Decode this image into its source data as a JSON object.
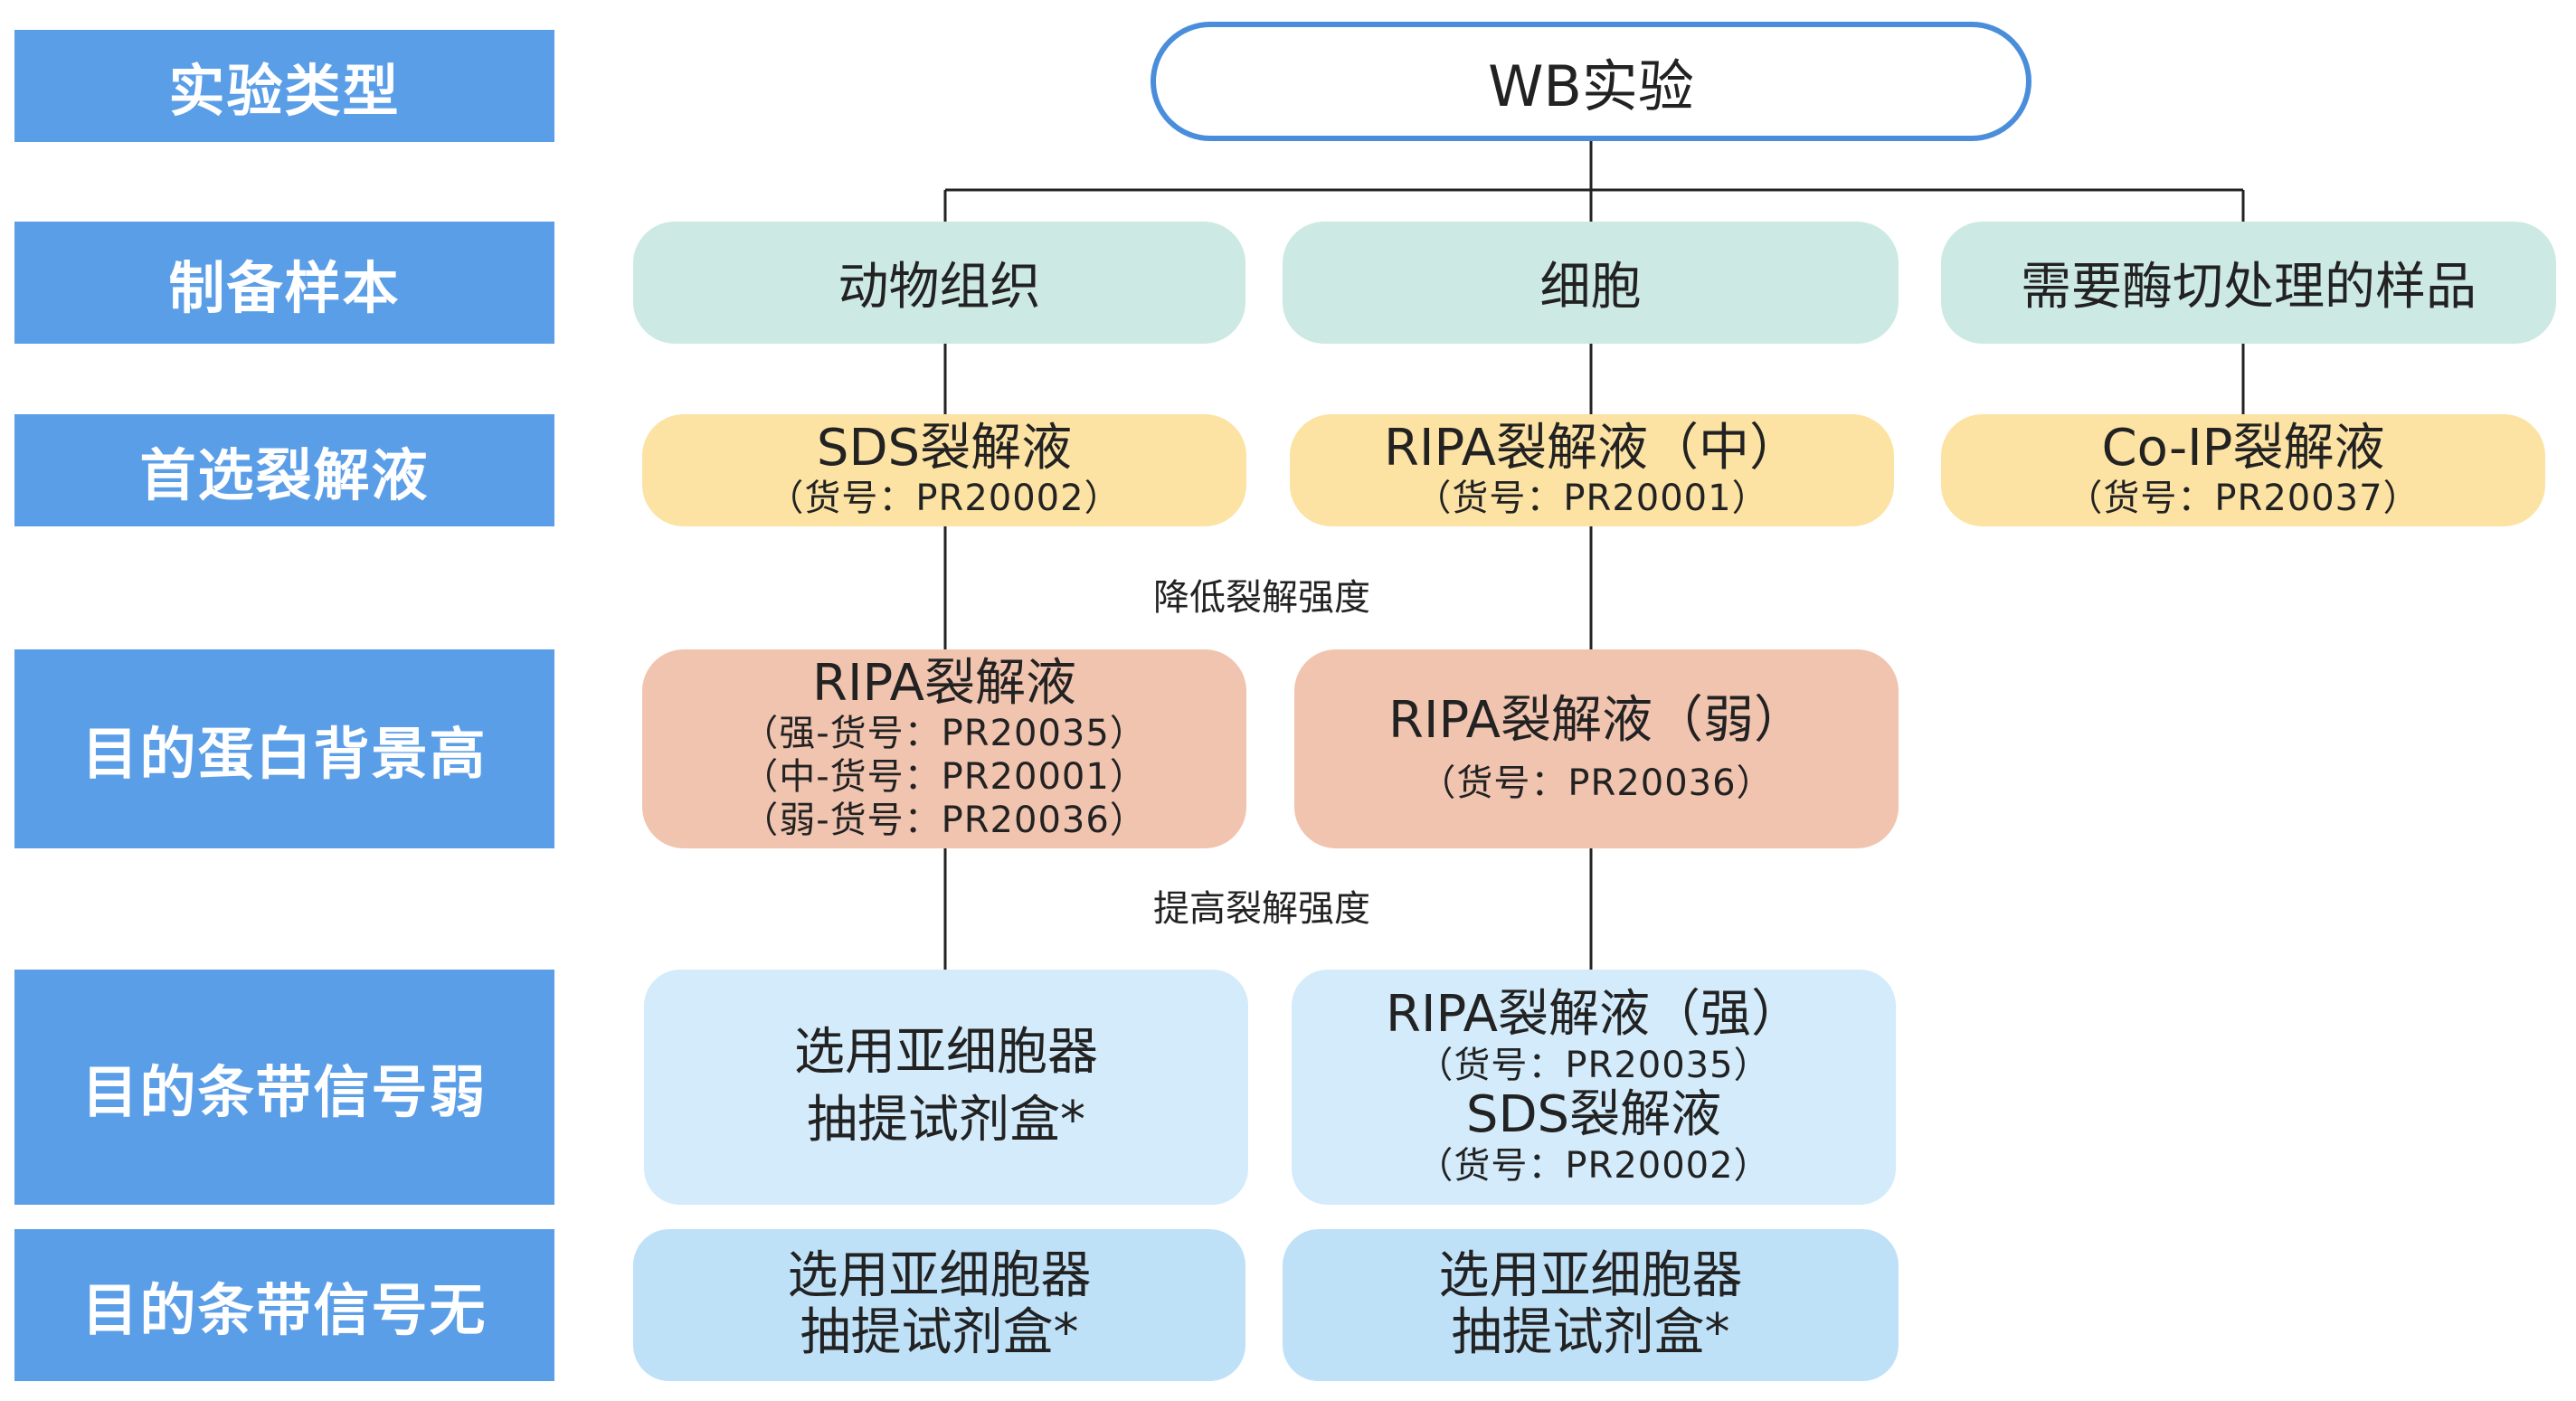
{
  "row_labels": {
    "experiment_type": "实验类型",
    "sample_prep": "制备样本",
    "preferred_lysis": "首选裂解液",
    "high_background": "目的蛋白背景高",
    "weak_band": "目的条带信号弱",
    "no_band": "目的条带信号无"
  },
  "root": {
    "label": "WB实验"
  },
  "samples": {
    "animal_tissue": "动物组织",
    "cells": "细胞",
    "enzyme_digest": "需要酶切处理的样品"
  },
  "preferred": {
    "sds": {
      "name": "SDS裂解液",
      "code": "（货号：PR20002）"
    },
    "ripa_mid": {
      "name": "RIPA裂解液（中）",
      "code": "（货号：PR20001）"
    },
    "coip": {
      "name": "Co-IP裂解液",
      "code": "（货号：PR20037）"
    }
  },
  "edge_labels": {
    "reduce": "降低裂解强度",
    "increase": "提高裂解强度"
  },
  "high_background": {
    "ripa_all": {
      "name": "RIPA裂解液",
      "lines": [
        "（强-货号：PR20035）",
        "（中-货号：PR20001）",
        "（弱-货号：PR20036）"
      ]
    },
    "ripa_weak": {
      "name": "RIPA裂解液（弱）",
      "code": "（货号：PR20036）"
    }
  },
  "weak_band": {
    "kit": {
      "line1": "选用亚细胞器",
      "line2": "抽提试剂盒*"
    },
    "strong": {
      "name1": "RIPA裂解液（强）",
      "code1": "（货号：PR20035）",
      "name2": "SDS裂解液",
      "code2": "（货号：PR20002）"
    }
  },
  "no_band": {
    "kit_left": {
      "line1": "选用亚细胞器",
      "line2": "抽提试剂盒*"
    },
    "kit_right": {
      "line1": "选用亚细胞器",
      "line2": "抽提试剂盒*"
    }
  },
  "colors": {
    "row_label_bg": "#5a9ee8",
    "root_border": "#4a8edb",
    "sample_bg": "#cde9e3",
    "preferred_bg": "#fce3a4",
    "background_bg": "#f1c4af",
    "weak_bg": "#d3ebfa",
    "none_bg": "#bfe1f8",
    "line": "#222222"
  }
}
